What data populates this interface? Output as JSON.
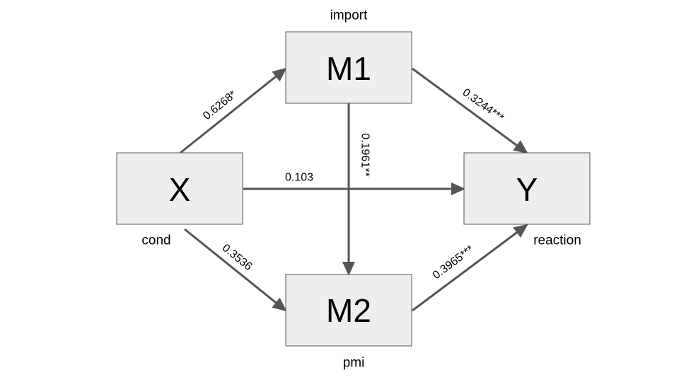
{
  "nodes": {
    "x": {
      "label": "X",
      "variable": "cond"
    },
    "m1": {
      "label": "M1",
      "variable": "import"
    },
    "m2": {
      "label": "M2",
      "variable": "pmi"
    },
    "y": {
      "label": "Y",
      "variable": "reaction"
    }
  },
  "paths": {
    "x_to_m1": "0.6268*",
    "m1_to_y": "0.3244***",
    "x_to_y": "0.103",
    "m1_to_m2": "0.1961**",
    "x_to_m2": "0.3536",
    "m2_to_y": "0.3965***"
  },
  "colors": {
    "box_fill": "#eeeeee",
    "box_stroke": "#555555",
    "arrow": "#555555",
    "text": "#000000"
  }
}
